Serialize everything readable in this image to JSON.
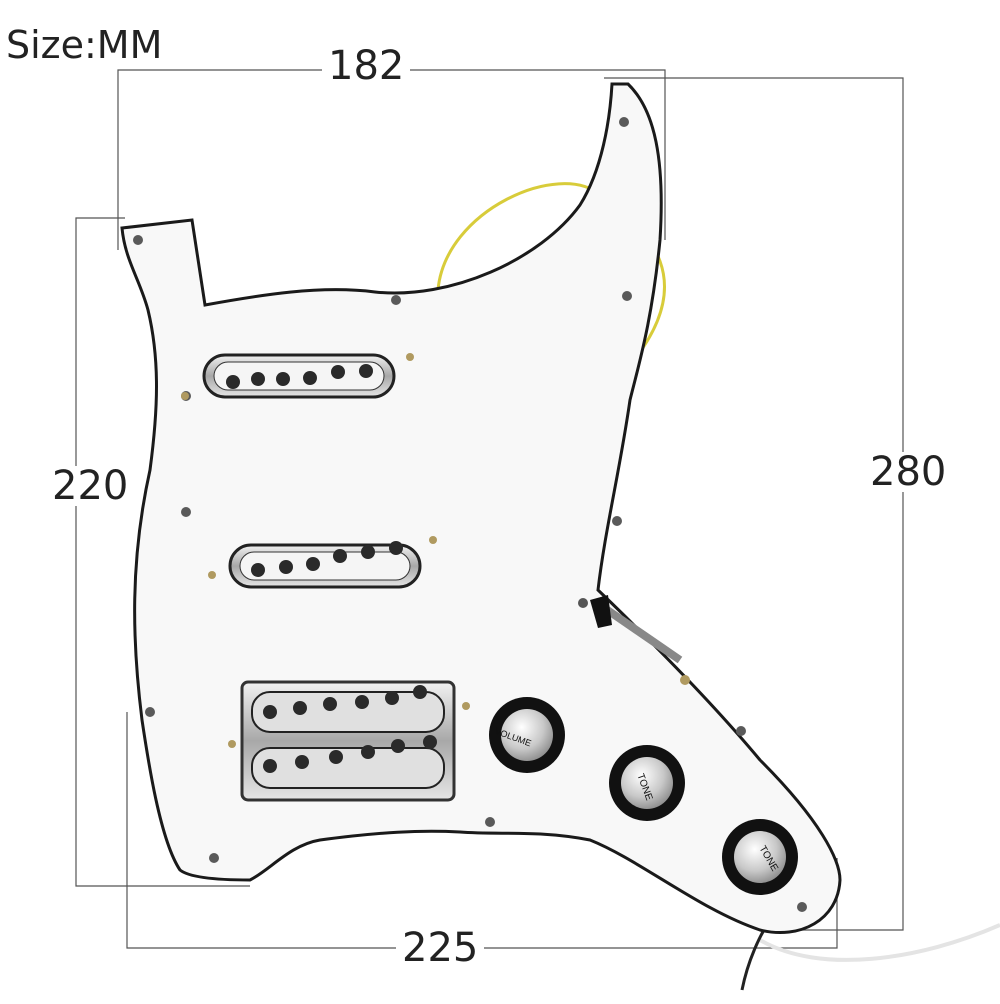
{
  "unit_label": "Size:MM",
  "dimensions": {
    "top": "182",
    "left": "220",
    "right": "280",
    "bottom": "225"
  },
  "knobs": {
    "volume": "VOLUME",
    "tone1": "TONE",
    "tone2": "TONE"
  },
  "colors": {
    "pickguard": "#f8f8f8",
    "outline": "#1a1a1a",
    "chrome": "#c9c9c9",
    "wire": "#d8cc3a",
    "dimension_line": "#555555"
  }
}
